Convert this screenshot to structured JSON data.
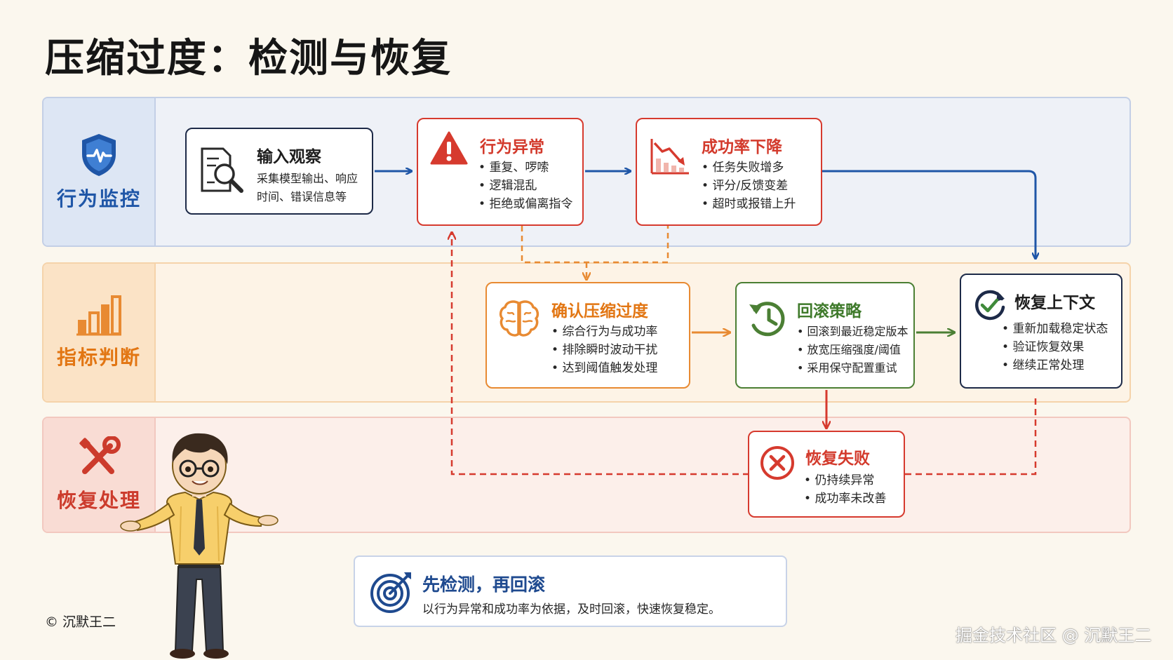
{
  "title": "压缩过度：检测与恢复",
  "lanes": {
    "monitor": {
      "label": "行为监控"
    },
    "judge": {
      "label": "指标判断"
    },
    "recover": {
      "label": "恢复处理"
    }
  },
  "cards": {
    "input": {
      "title": "输入观察",
      "desc": [
        "采集模型输出、响应",
        "时间、错误信息等"
      ]
    },
    "anomaly": {
      "title": "行为异常",
      "items": [
        "重复、啰嗦",
        "逻辑混乱",
        "拒绝或偏离指令"
      ]
    },
    "success_drop": {
      "title": "成功率下降",
      "items": [
        "任务失败增多",
        "评分/反馈变差",
        "超时或报错上升"
      ]
    },
    "confirm": {
      "title": "确认压缩过度",
      "items": [
        "综合行为与成功率",
        "排除瞬时波动干扰",
        "达到阈值触发处理"
      ]
    },
    "rollback": {
      "title": "回滚策略",
      "items": [
        "回滚到最近稳定版本",
        "放宽压缩强度/阈值",
        "采用保守配置重试"
      ]
    },
    "restore": {
      "title": "恢复上下文",
      "items": [
        "重新加载稳定状态",
        "验证恢复效果",
        "继续正常处理"
      ]
    },
    "fail": {
      "title": "恢复失败",
      "items": [
        "仍持续异常",
        "成功率未改善"
      ]
    }
  },
  "summary": {
    "title": "先检测，再回滚",
    "desc": "以行为异常和成功率为依据，及时回滚，快速恢复稳定。"
  },
  "copyright": "© 沉默王二",
  "watermark": "掘金技术社区 @ 沉默王二",
  "colors": {
    "blue": "#1f56a7",
    "red": "#d63a2e",
    "orange": "#e88a32",
    "green": "#4b7f34",
    "dark": "#1d2a48"
  },
  "icons": {
    "monitor": "shield-heartbeat-icon",
    "judge": "bar-chart-icon",
    "recover": "wrench-screwdriver-icon",
    "input": "document-magnifier-icon",
    "anomaly": "warning-triangle-icon",
    "success_drop": "declining-chart-icon",
    "confirm": "brain-icon",
    "rollback": "history-icon",
    "restore": "refresh-check-icon",
    "fail": "x-circle-icon",
    "summary": "target-arrow-icon"
  }
}
